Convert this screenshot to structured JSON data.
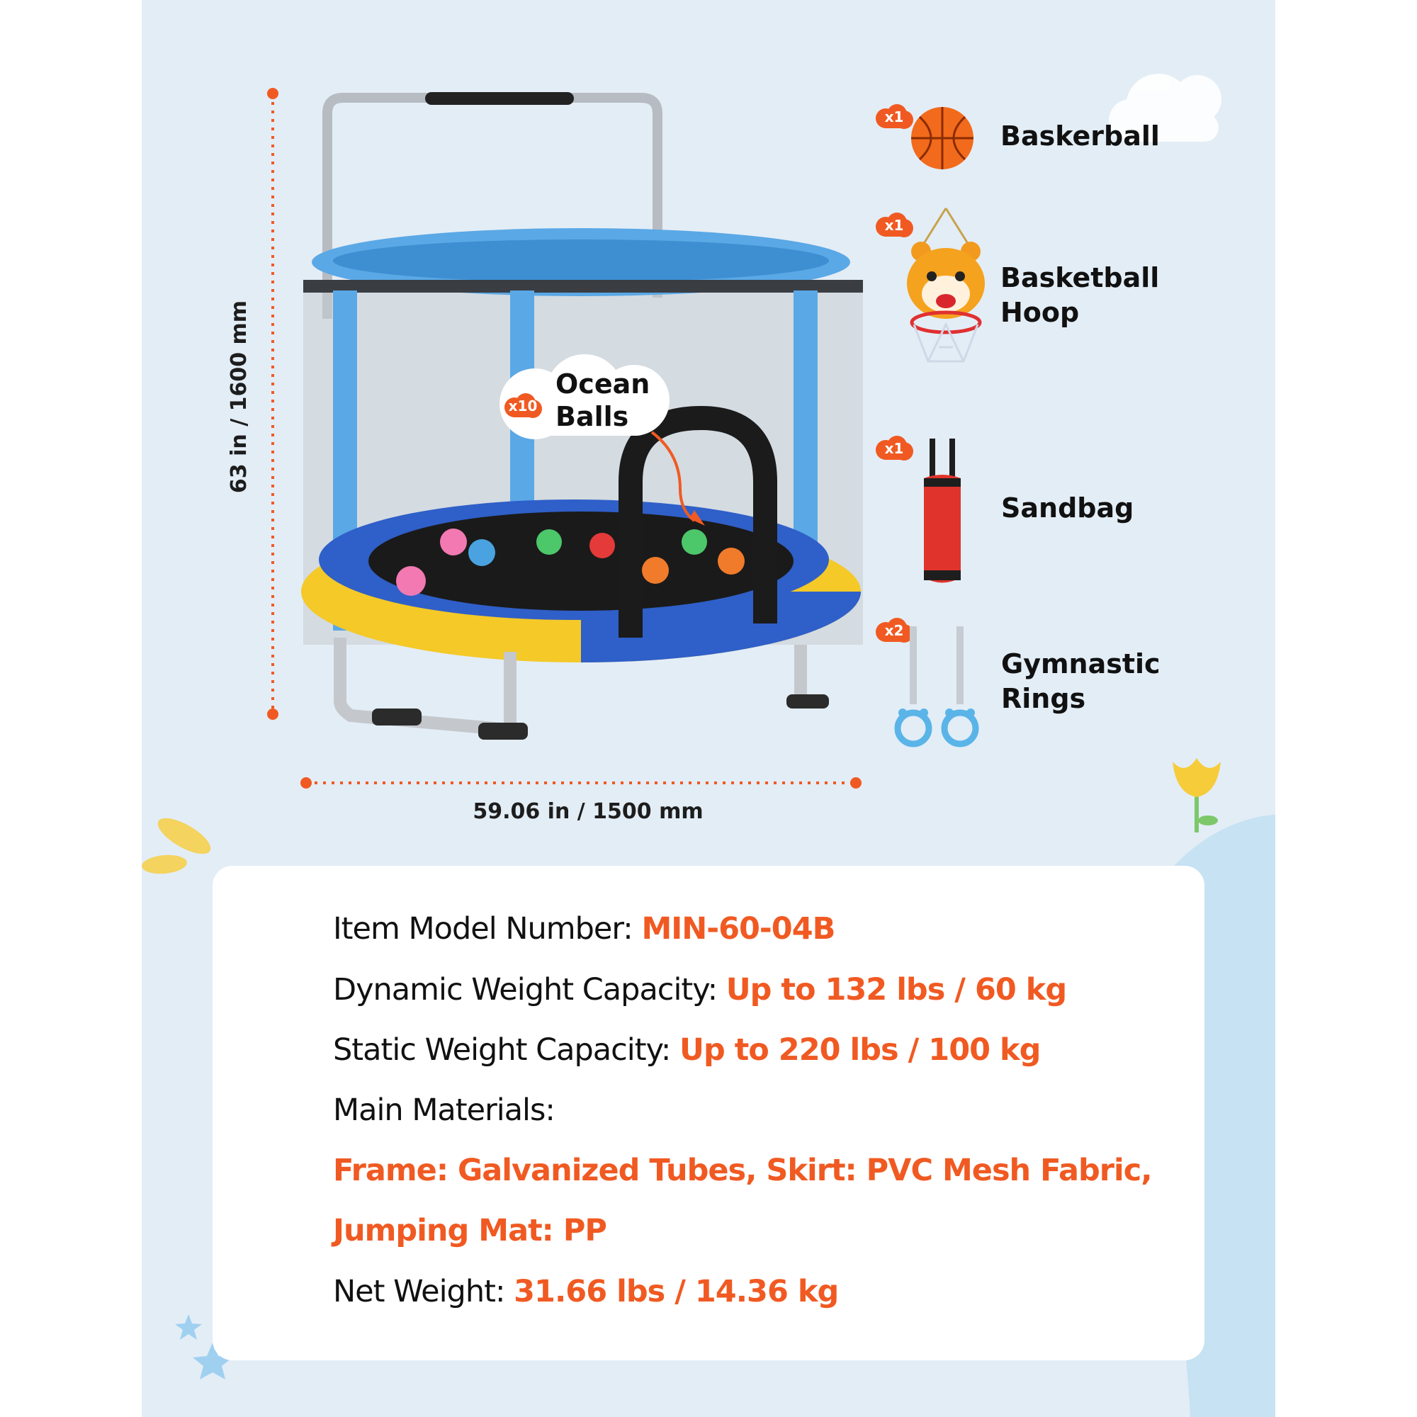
{
  "colors": {
    "accent": "#f05a22",
    "background": "#e3edf6",
    "card": "#ffffff",
    "trampoline_blue": "#5aa8e6",
    "trampoline_yellow": "#f4c928"
  },
  "dimensions": {
    "height_label": "63 in / 1600 mm",
    "width_label": "59.06 in / 1500 mm"
  },
  "ocean_balls": {
    "count": "x10",
    "line1": "Ocean",
    "line2": "Balls"
  },
  "accessories": [
    {
      "count": "x1",
      "line1": "Baskerball",
      "line2": "",
      "icon": "basketball-icon"
    },
    {
      "count": "x1",
      "line1": "Basketball",
      "line2": "Hoop",
      "icon": "tiger-hoop-icon"
    },
    {
      "count": "x1",
      "line1": "Sandbag",
      "line2": "",
      "icon": "sandbag-icon"
    },
    {
      "count": "x2",
      "line1": "Gymnastic",
      "line2": "Rings",
      "icon": "gymnastic-rings-icon"
    }
  ],
  "specs": {
    "model_label": "Item Model Number: ",
    "model_value": "MIN-60-04B",
    "dynamic_label": "Dynamic Weight Capacity: ",
    "dynamic_value": "Up to 132 lbs / 60 kg",
    "static_label": "Static Weight Capacity: ",
    "static_value": "Up to 220 lbs / 100 kg",
    "materials_label": "Main Materials:",
    "materials_line1": "Frame: Galvanized Tubes, Skirt: PVC Mesh Fabric,",
    "materials_line2": "Jumping Mat: PP",
    "net_label": "Net Weight: ",
    "net_value": "31.66 lbs / 14.36 kg"
  }
}
